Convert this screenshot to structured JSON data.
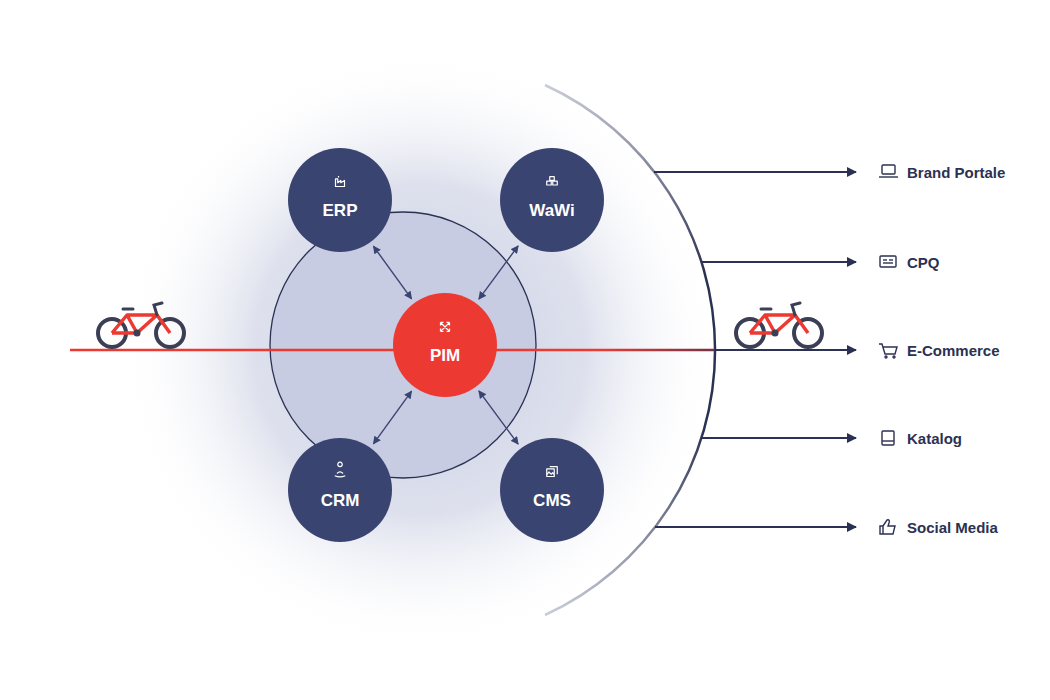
{
  "diagram": {
    "nodes": [
      {
        "text": [
          "ERP"
        ]
      },
      {
        "text": [
          "WaWi"
        ]
      },
      {
        "text": [
          "PIM"
        ]
      },
      {
        "text": [
          "CRM"
        ]
      },
      {
        "text": [
          "CMS"
        ]
      }
    ],
    "edges": [
      {
        "from": 0,
        "to": 2,
        "arrow": "both"
      },
      {
        "from": 1,
        "to": 2,
        "arrow": "both"
      },
      {
        "from": 3,
        "to": 2,
        "arrow": "both"
      },
      {
        "from": 4,
        "to": 2,
        "arrow": "both"
      }
    ],
    "labels": [
      "Brand Portale",
      "CPQ",
      "E-Commerce",
      "Katalog",
      "Social Media"
    ]
  }
}
